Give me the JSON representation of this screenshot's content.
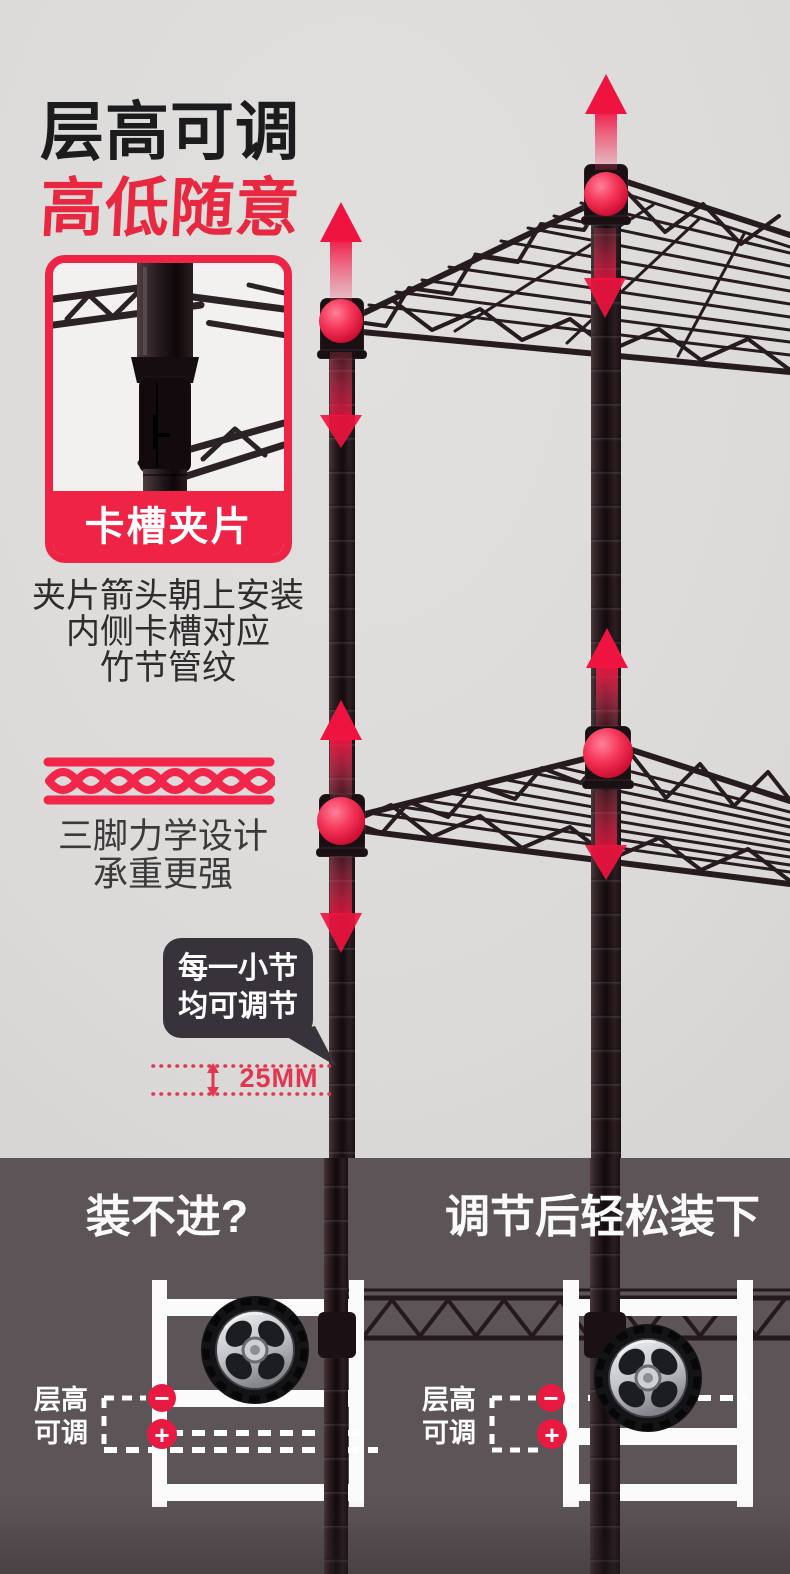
{
  "colors": {
    "accent_red": "#ee2346",
    "title_red": "#e82740",
    "bg_top": "#dcdad9",
    "bg_bottom": "#5c5456"
  },
  "header": {
    "title_line1": "层高可调",
    "title_line2": "高低随意"
  },
  "inset": {
    "caption": "卡槽夹片",
    "description_lines": [
      "夹片箭头朝上安装",
      "内侧卡槽对应",
      "竹节管纹"
    ]
  },
  "feature": {
    "icon_name": "corrugated-wave-icon",
    "lines": [
      "三脚力学设计",
      "承重更强"
    ]
  },
  "bubble": {
    "lines": [
      "每一小节",
      "均可调节"
    ]
  },
  "measurement": {
    "value": "25MM"
  },
  "comparison": {
    "left": {
      "heading": "装不进?",
      "label_line1": "层高",
      "label_line2": "可调",
      "minus": "−",
      "plus": "+"
    },
    "right": {
      "heading": "调节后轻松装下",
      "label_line1": "层高",
      "label_line2": "可调",
      "minus": "−",
      "plus": "+"
    }
  }
}
